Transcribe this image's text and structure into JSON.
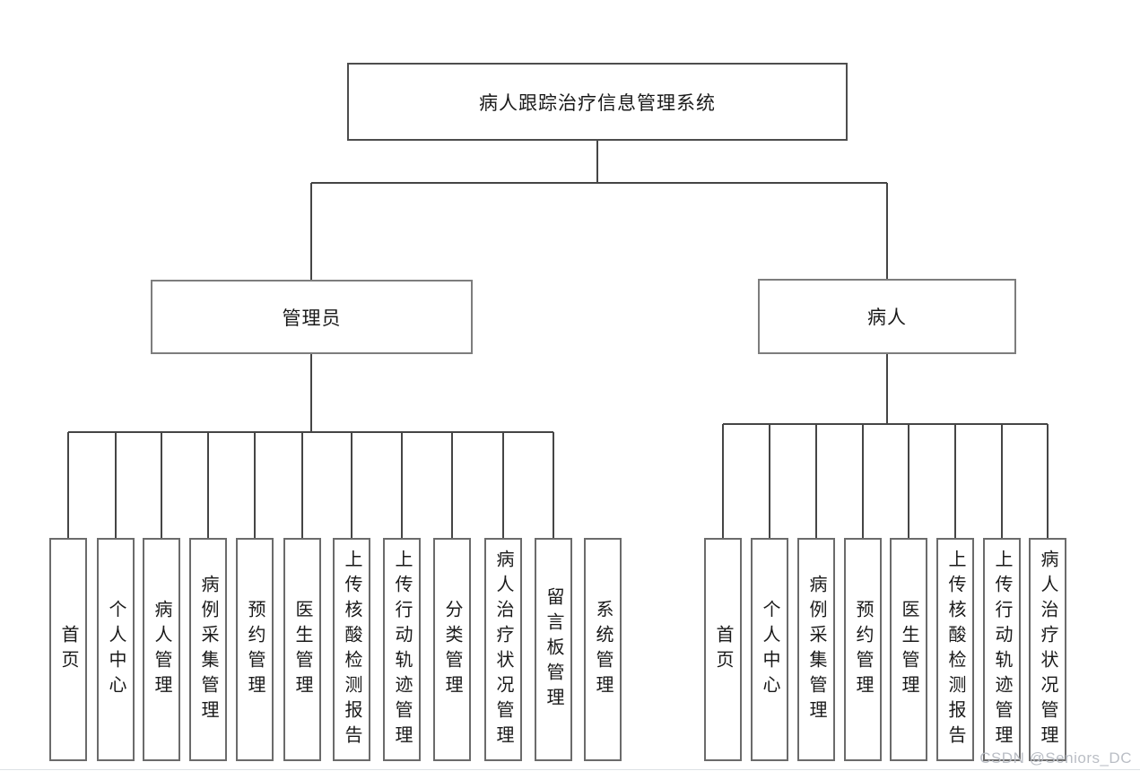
{
  "diagram": {
    "root_label": "病人跟踪治疗信息管理系统",
    "branches": [
      {
        "label": "管理员",
        "children": [
          "首页",
          "个人中心",
          "病人管理",
          "病例采集管理",
          "预约管理",
          "医生管理",
          "上传核酸检测报告",
          "上传行动轨迹管理",
          "分类管理",
          "病人治疗状况管理",
          "留言板管理",
          "系统管理"
        ]
      },
      {
        "label": "病人",
        "children": [
          "首页",
          "个人中心",
          "病例采集管理",
          "预约管理",
          "医生管理",
          "上传核酸检测报告",
          "上传行动轨迹管理",
          "病人治疗状况管理"
        ]
      }
    ]
  },
  "watermark": "CSDN @Seniors_DC",
  "colors": {
    "background": "#ffffff",
    "line": "#454545",
    "root_border": "#4d4d4d",
    "branch_border": "#7d7d7d",
    "leaf_border": "#6b6b6b",
    "text": "#1a1a1a",
    "watermark": "#b7bbc2"
  }
}
